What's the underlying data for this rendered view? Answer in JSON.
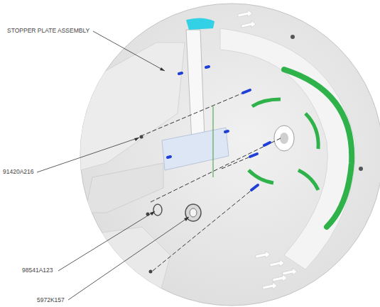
{
  "diagram": {
    "labels": [
      "STOPPER PLATE ASSEMBLY",
      "91420A216",
      "98541A123",
      "5972K157"
    ]
  }
}
